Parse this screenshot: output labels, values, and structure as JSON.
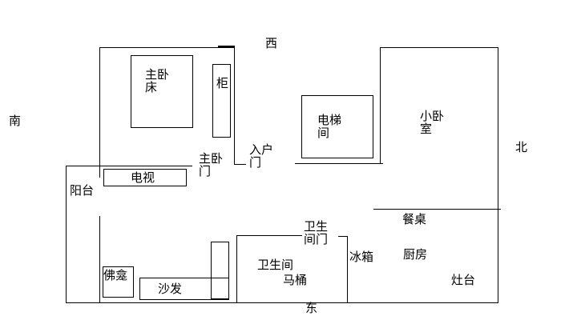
{
  "title": "apartment-floor-plan",
  "colors": {
    "line": "#000000",
    "background": "#ffffff",
    "text": "#000000"
  },
  "compass": {
    "west": "西",
    "south": "南",
    "north": "北",
    "east": "东"
  },
  "rooms": {
    "master_bedroom": {
      "bed": "主卧\n床",
      "cabinet": "柜",
      "door": "主卧\n门"
    },
    "entry": {
      "door": "入户\n门"
    },
    "elevator": {
      "label": "电梯\n间"
    },
    "small_bedroom": {
      "label": "小卧\n室"
    },
    "balcony": {
      "label": "阳台"
    },
    "living_room": {
      "tv": "电视",
      "shrine": "佛龛",
      "sofa": "沙发"
    },
    "bathroom": {
      "label": "卫生间",
      "door": "卫生\n间门",
      "toilet": "马桶"
    },
    "kitchen": {
      "label": "厨房",
      "fridge": "冰箱",
      "stove": "灶台",
      "dining_table": "餐桌"
    }
  }
}
